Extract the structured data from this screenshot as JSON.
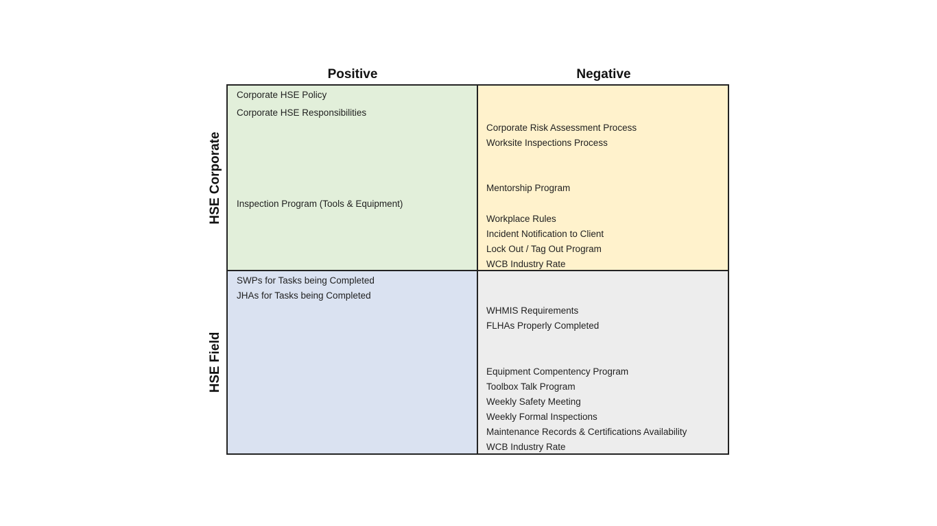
{
  "columns": {
    "positive": "Positive",
    "negative": "Negative"
  },
  "rows": {
    "corporate": "HSE Corporate",
    "field": "HSE Field"
  },
  "cells": {
    "corporate_positive": [
      "Corporate HSE Policy",
      "Corporate HSE Responsibilities",
      "Inspection Program (Tools & Equipment)"
    ],
    "corporate_negative": [
      "Corporate Risk Assessment Process",
      "Worksite Inspections Process",
      "Mentorship Program",
      "Workplace Rules",
      "Incident Notification to Client",
      "Lock Out / Tag Out Program",
      "WCB Industry Rate"
    ],
    "field_positive": [
      "SWPs for Tasks being Completed",
      "JHAs for Tasks being Completed"
    ],
    "field_negative": [
      "WHMIS Requirements",
      "FLHAs Properly Completed",
      "Equipment Compentency Program",
      "Toolbox Talk Program",
      "Weekly Safety Meeting",
      "Weekly Formal Inspections",
      "Maintenance Records & Certifications Availability",
      "WCB Industry Rate"
    ]
  },
  "colors": {
    "corporate_positive": "#e2efda",
    "corporate_negative": "#fff2cc",
    "field_positive": "#dae2f1",
    "field_negative": "#ededed"
  }
}
